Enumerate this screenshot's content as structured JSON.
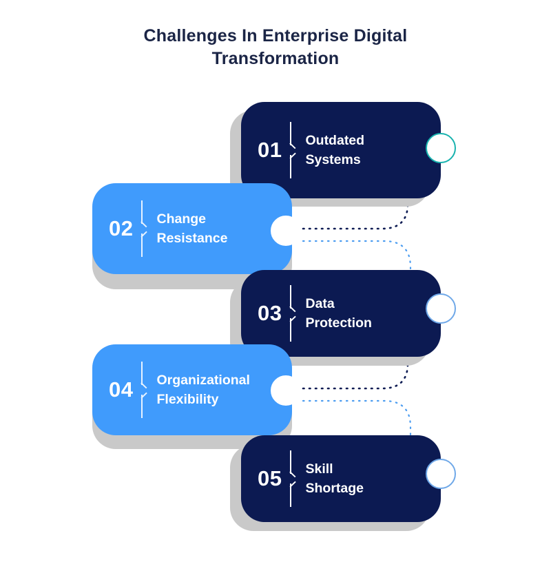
{
  "page": {
    "title": "Challenges In Enterprise Digital\nTransformation",
    "background": "#ffffff"
  },
  "theme": {
    "navy": "#0c1a52",
    "blue": "#409bfc",
    "shadow_gray": "#c9c9c9",
    "title_color": "#1b2546",
    "teal_ring": "#18b2ae",
    "white_ring": "#ffffff",
    "blue_ring": "#6fa8e8",
    "dotted_navy": "#0c1a52",
    "dotted_blue": "#4b9cf0"
  },
  "cards": [
    {
      "number": "01",
      "label": "Outdated\nSystems",
      "style": "navy",
      "side": "right",
      "node_ring": "teal"
    },
    {
      "number": "02",
      "label": "Change\nResistance",
      "style": "blue",
      "side": "left",
      "node_ring": "whitering"
    },
    {
      "number": "03",
      "label": "Data\nProtection",
      "style": "navy",
      "side": "right",
      "node_ring": "blue"
    },
    {
      "number": "04",
      "label": "Organizational\nFlexibility",
      "style": "blue",
      "side": "left",
      "node_ring": "whitering"
    },
    {
      "number": "05",
      "label": "Skill\nShortage",
      "style": "navy",
      "side": "right",
      "node_ring": "blue"
    }
  ]
}
